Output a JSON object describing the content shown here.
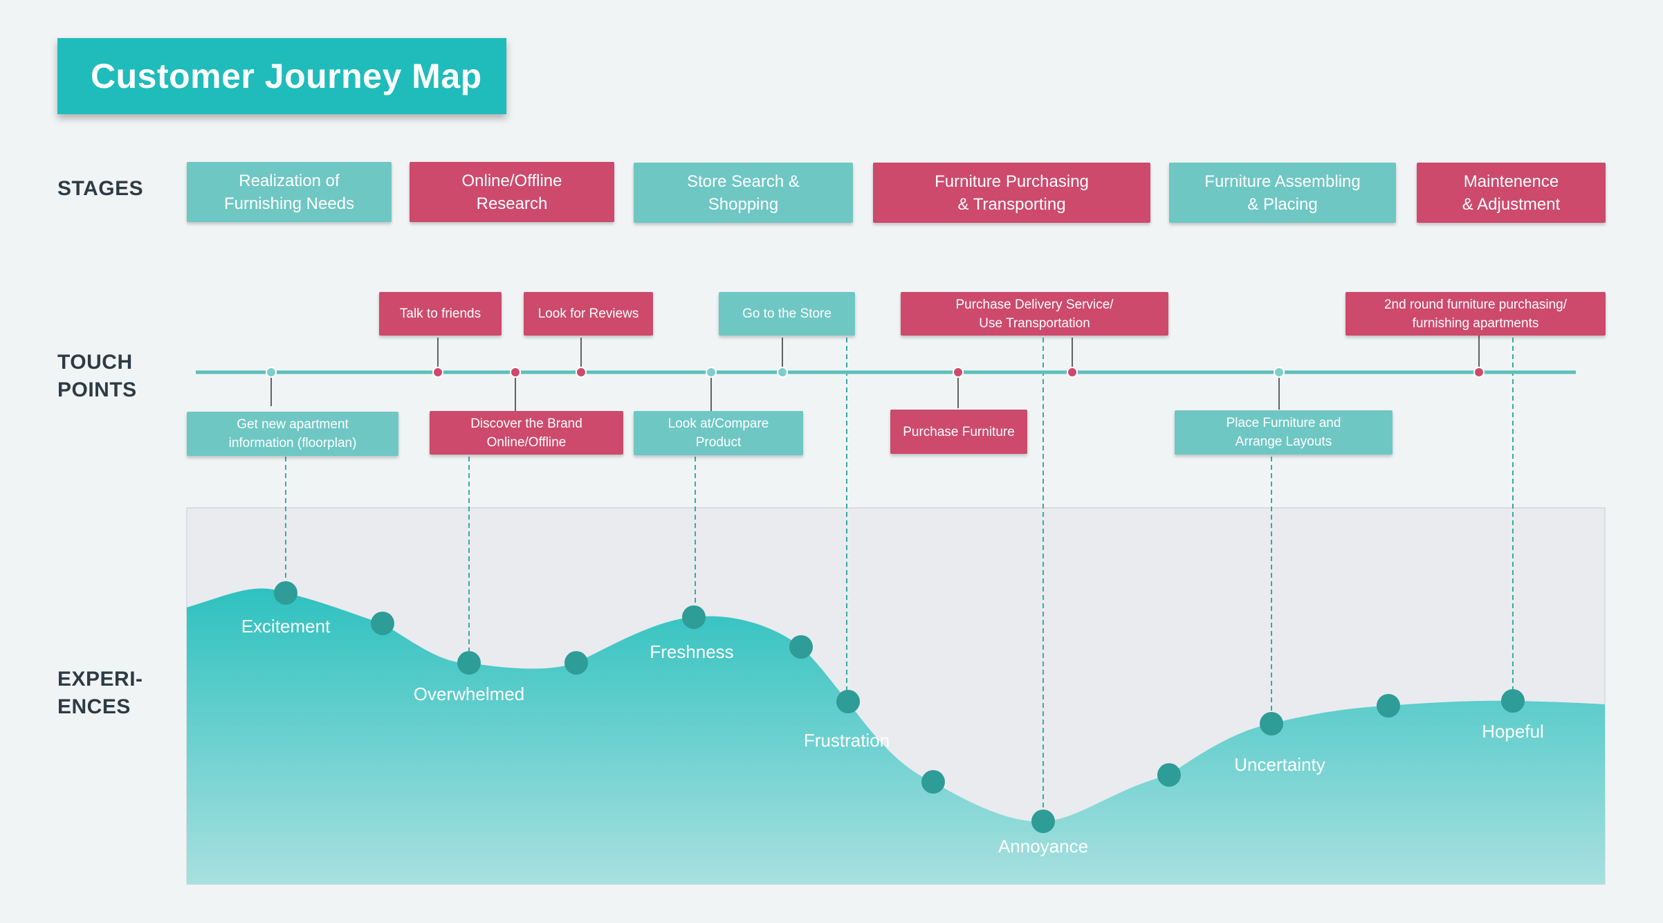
{
  "title": "Customer Journey Map",
  "row_labels": {
    "stages": "STAGES",
    "touch_points": "TOUCH\nPOINTS",
    "experiences": "EXPERI-\nENCES"
  },
  "stages": [
    {
      "label": "Realization of\nFurnishing Needs",
      "color": "teal"
    },
    {
      "label": "Online/Offline\nResearch",
      "color": "pink"
    },
    {
      "label": "Store Search &\nShopping",
      "color": "teal"
    },
    {
      "label": "Furniture Purchasing\n& Transporting",
      "color": "pink"
    },
    {
      "label": "Furniture Assembling\n& Placing",
      "color": "teal"
    },
    {
      "label": "Maintenence\n& Adjustment",
      "color": "pink"
    }
  ],
  "touch_points_above": [
    {
      "label": "Talk to friends",
      "color": "pink"
    },
    {
      "label": "Look for Reviews",
      "color": "pink"
    },
    {
      "label": "Go to the Store",
      "color": "teal"
    },
    {
      "label": "Purchase Delivery Service/\nUse Transportation",
      "color": "pink"
    },
    {
      "label": "2nd round furniture purchasing/\nfurnishing apartments",
      "color": "pink"
    }
  ],
  "touch_points_below": [
    {
      "label": "Get new apartment\ninformation (floorplan)",
      "color": "teal"
    },
    {
      "label": "Discover the Brand\nOnline/Offline",
      "color": "pink"
    },
    {
      "label": "Look at/Compare\nProduct",
      "color": "teal"
    },
    {
      "label": "Purchase Furniture",
      "color": "pink"
    },
    {
      "label": "Place Furniture and\nArrange Layouts",
      "color": "teal"
    }
  ],
  "emotions": [
    {
      "label": "Excitement"
    },
    {
      "label": "Overwhelmed"
    },
    {
      "label": "Freshness"
    },
    {
      "label": "Frustration"
    },
    {
      "label": "Annoyance"
    },
    {
      "label": "Uncertainty"
    },
    {
      "label": "Hopeful"
    }
  ],
  "colors": {
    "teal": "#6fc7c4",
    "pink": "#cd4a6c",
    "title_bg": "#1fbcbb",
    "curve_fill_top": "#2ec1bf",
    "curve_fill_bottom": "#a8e0df",
    "marker": "#2e9c97",
    "panel_bg": "#e9ebef"
  }
}
